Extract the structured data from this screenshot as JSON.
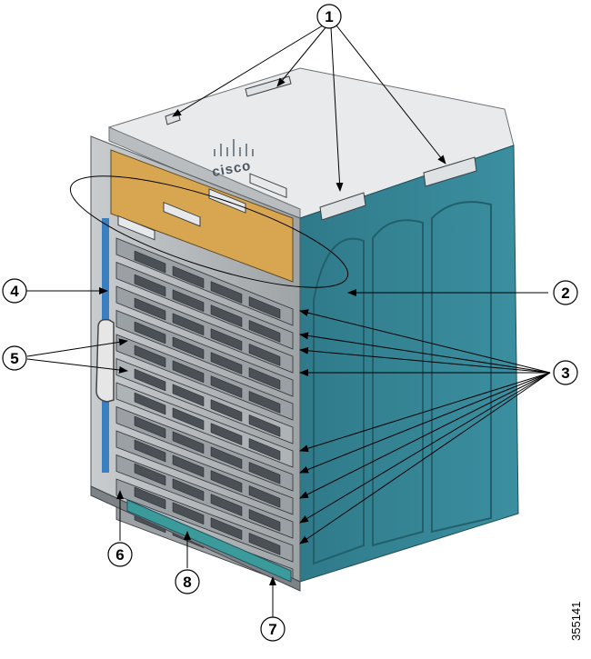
{
  "diagram": {
    "brand_text": "cisco",
    "figure_id": "355141",
    "callouts": [
      {
        "id": "callout-1",
        "label": "1"
      },
      {
        "id": "callout-2",
        "label": "2"
      },
      {
        "id": "callout-3",
        "label": "3"
      },
      {
        "id": "callout-4",
        "label": "4"
      },
      {
        "id": "callout-5",
        "label": "5"
      },
      {
        "id": "callout-6",
        "label": "6"
      },
      {
        "id": "callout-7",
        "label": "7"
      },
      {
        "id": "callout-8",
        "label": "8"
      }
    ]
  }
}
